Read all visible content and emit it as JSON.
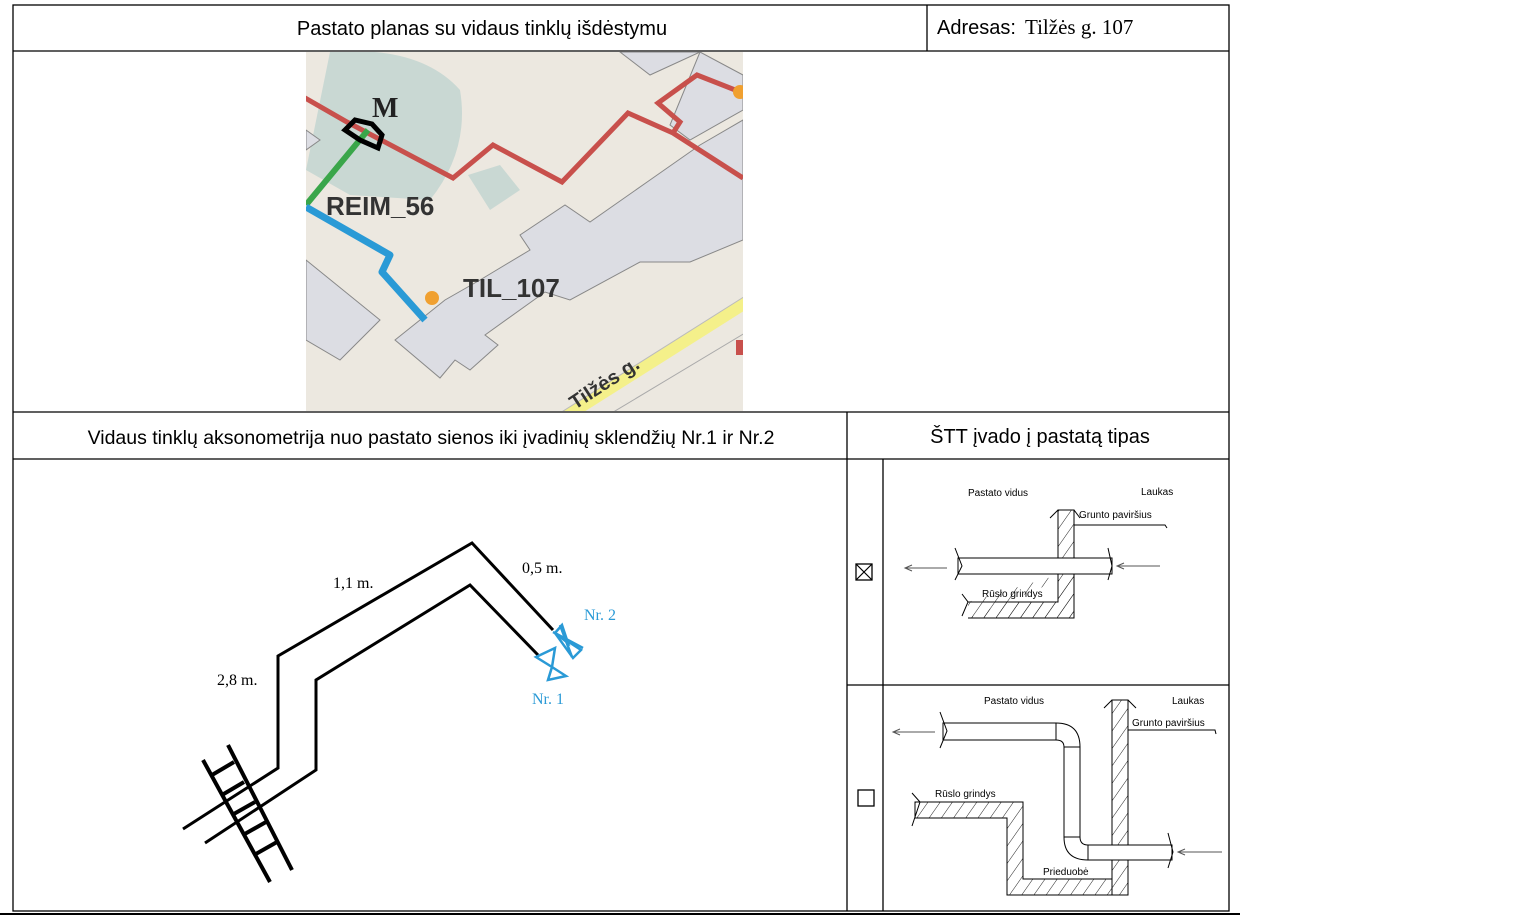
{
  "header": {
    "title": "Pastato planas su vidaus tinklų išdėstymu",
    "address_label": "Adresas:",
    "address_value": "Tilžės g. 107"
  },
  "map": {
    "labels": [
      "M",
      "REIM_56",
      "TIL_107",
      "Tilžės g."
    ]
  },
  "section2": {
    "title": "Vidaus tinklų aksonometrija nuo pastato sienos iki įvadinių sklendžių Nr.1 ir Nr.2",
    "dimensions": [
      "1,1 m.",
      "0,5 m.",
      "2,8 m."
    ],
    "valves": [
      "Nr. 2",
      "Nr. 1"
    ]
  },
  "section3": {
    "title": "ŠTT įvado į pastatą tipas",
    "option1": {
      "checked": true,
      "inside": "Pastato vidus",
      "outside": "Laukas",
      "ground": "Grunto paviršius",
      "floor": "Rūslo grindys"
    },
    "option2": {
      "checked": false,
      "inside": "Pastato vidus",
      "outside": "Laukas",
      "ground": "Grunto paviršius",
      "floor": "Rūslo grindys",
      "pit": "Prieduobė"
    }
  },
  "colors": {
    "valve": "#2a9ad6",
    "heat_line": "#c8504c",
    "green_line": "#3aa64a",
    "blue_line": "#2a9ad6"
  }
}
